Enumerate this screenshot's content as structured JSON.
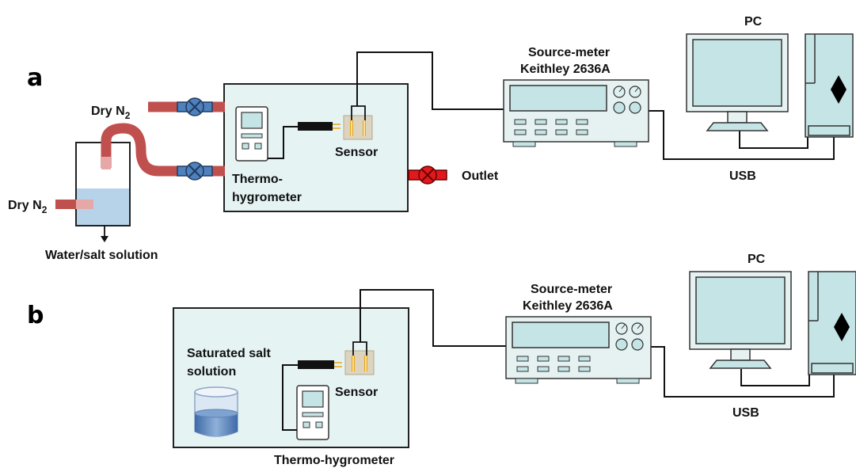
{
  "panel_a": {
    "letter": "a",
    "dry_n2_top": "Dry N",
    "dry_n2_top_sub": "2",
    "dry_n2_left": "Dry N",
    "dry_n2_left_sub": "2",
    "water_salt": "Water/salt solution",
    "thermo_line1": "Thermo-",
    "thermo_line2": "hygrometer",
    "sensor": "Sensor",
    "outlet": "Outlet",
    "sourcemeter_line1": "Source-meter",
    "sourcemeter_line2": "Keithley 2636A",
    "pc": "PC",
    "usb": "USB"
  },
  "panel_b": {
    "letter": "b",
    "saturated_line1": "Saturated salt",
    "saturated_line2": "solution",
    "sensor": "Sensor",
    "thermo": "Thermo-hygrometer",
    "sourcemeter_line1": "Source-meter",
    "sourcemeter_line2": "Keithley 2636A",
    "pc": "PC",
    "usb": "USB"
  },
  "colors": {
    "chamber_fill": "#e6f3f3",
    "tube": "#c0504d",
    "valve_blue": "#4f81bd",
    "valve_red": "#e0191c",
    "instrument_fill": "#e6f2f2",
    "screen_fill": "#c5e4e5",
    "water": "#b7d3ea"
  }
}
